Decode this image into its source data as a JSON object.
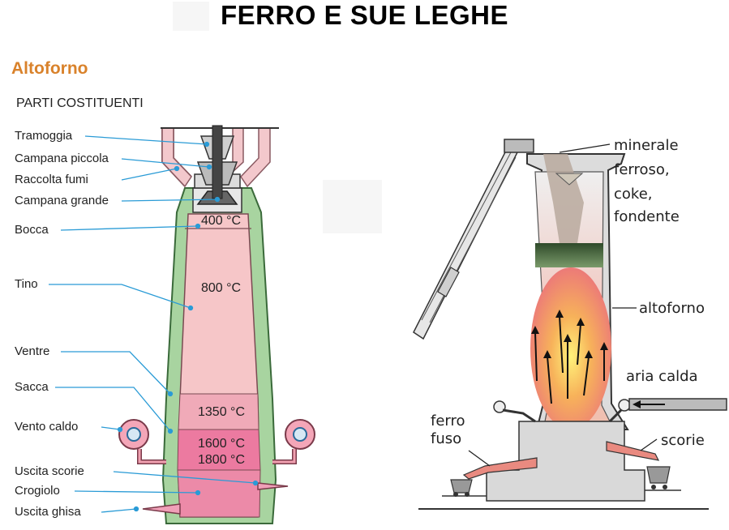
{
  "title": "FERRO E SUE LEGHE",
  "subtitle": "Altoforno",
  "section": "PARTI COSTITUENTI",
  "left_labels": {
    "tramoggia": "Tramoggia",
    "campana_piccola": "Campana piccola",
    "raccolta_fumi": "Raccolta fumi",
    "campana_grande": "Campana grande",
    "bocca": "Bocca",
    "tino": "Tino",
    "ventre": "Ventre",
    "sacca": "Sacca",
    "vento_caldo": "Vento caldo",
    "uscita_scorie": "Uscita scorie",
    "crogiolo": "Crogiolo",
    "uscita_ghisa": "Uscita ghisa"
  },
  "temperatures": {
    "t400": "400 °C",
    "t800": "800 °C",
    "t1350": "1350 °C",
    "t1600": "1600 °C",
    "t1800": "1800 °C"
  },
  "right_labels": {
    "minerale": "minerale",
    "ferroso": "ferroso,",
    "coke": "coke,",
    "fondente": "fondente",
    "altoforno": "altoforno",
    "aria_calda": "aria calda",
    "ferro": "ferro",
    "fuso": "fuso",
    "scorie": "scorie"
  },
  "colors": {
    "title": "#000000",
    "subtitle": "#d9822b",
    "wall_green": "#a8d4a0",
    "interior_light": "#f6c6c8",
    "interior_mid": "#f09ab0",
    "interior_dark": "#ec7aa0",
    "leader": "#2a9bd6"
  }
}
